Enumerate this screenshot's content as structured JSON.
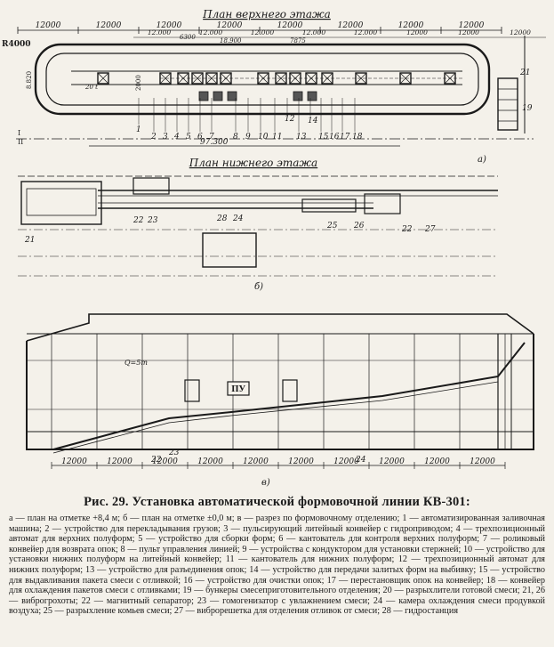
{
  "plan_a": {
    "title": "План верхнего этажа",
    "dims_top": [
      "12000",
      "12000",
      "12000",
      "12000",
      "12000",
      "12000",
      "12000",
      "12000"
    ],
    "dims_inner": [
      "12.000",
      "12.000",
      "12.000",
      "12.000",
      "12.000",
      "12000",
      "12000",
      "12000"
    ],
    "sub_dims": [
      "6300",
      "18.900",
      "7875"
    ],
    "radius": "R4000",
    "vert_labels": [
      "8.820",
      "2000"
    ],
    "total": "97.300",
    "axis": [
      "I",
      "II"
    ],
    "inner_label": "20 t",
    "side_labels": [
      "21",
      "19"
    ],
    "numbers": [
      "1",
      "2",
      "3",
      "4",
      "5",
      "6",
      "7",
      "8",
      "9",
      "10",
      "11",
      "12",
      "13",
      "14",
      "15",
      "16",
      "17",
      "18"
    ],
    "letter": "а)"
  },
  "plan_b": {
    "title": "План нижнего этажа",
    "numbers": [
      "21",
      "22",
      "23",
      "24",
      "25",
      "26",
      "22",
      "27",
      "28"
    ],
    "letter": "б)"
  },
  "section_c": {
    "crane": "Q=5т",
    "pu": "ПУ",
    "dims": [
      "12000",
      "12000",
      "12000",
      "12000",
      "12000",
      "12000",
      "12000",
      "12000",
      "12000",
      "12000"
    ],
    "numbers": [
      "23",
      "22",
      "24"
    ],
    "letter": "в)"
  },
  "caption": {
    "title": "Рис. 29. Установка автоматической формовочной линии КВ-301:",
    "legend": "а — план на отметке +8,4 м; б — план на отметке ±0,0 м; в — разрез по формовочному отделению; 1 — автоматизированная заливочная машина; 2 — устройство для перекладывания грузов; 3 — пульсирующий литейный конвейер с гидроприводом; 4 — трехпозиционный автомат для верхних полуформ; 5 — устройство для сборки форм; 6 — кантователь для контроля верхних полуформ; 7 — роликовый конвейер для возврата опок; 8 — пульт управления линией; 9 — устройства с кондуктором для установки стержней; 10 — устройство для установки нижних полуформ на литейный конвейер; 11 — кантователь для нижних полуформ; 12 — трехпозиционный автомат для нижних полуформ; 13 — устройство для разъединения опок; 14 — устройство для передачи залитых форм на выбивку; 15 — устройство для выдавливания пакета смеси с отливкой; 16 — устройство для очистки опок; 17 — перестановщик опок на конвейер; 18 — конвейер для охлаждения пакетов смеси с отливками; 19 — бункеры смесеприготовительного отделения; 20 — разрыхлители готовой смеси; 21, 26 — виброгрохоты; 22 — магнитный сепаратор; 23 — гомогенизатор с увлажнением смеси; 24 — камера охлаждения смеси продувкой воздуха; 25 — разрыхление комьев смеси; 27 — виброрешетка для отделения отливок от смеси; 28 — гидростанция"
  }
}
